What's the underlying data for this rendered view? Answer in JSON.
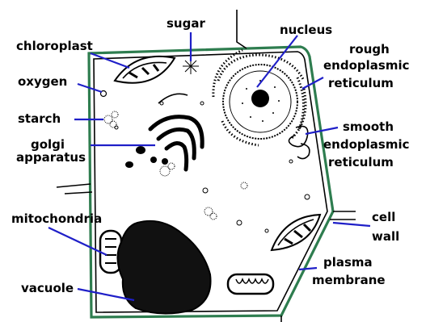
{
  "labels": {
    "sugar": "sugar",
    "nucleus": "nucleus",
    "chloroplast": "chloroplast",
    "rough_er_1": "rough",
    "rough_er_2": "endoplasmic",
    "rough_er_3": "reticulum",
    "oxygen": "oxygen",
    "starch": "starch",
    "golgi_1": "golgi",
    "golgi_2": "apparatus",
    "smooth_er_1": "smooth",
    "smooth_er_2": "endoplasmic",
    "smooth_er_3": "reticulum",
    "mitochondria": "mitochondria",
    "cell_wall_1": "cell",
    "cell_wall_2": "wall",
    "plasma_membrane_1": "plasma",
    "plasma_membrane_2": "membrane",
    "vacuole": "vacuole"
  },
  "colors": {
    "cell_wall": "#2e7d4f",
    "leader_line": "#1f1fc8",
    "ink": "#000000"
  }
}
